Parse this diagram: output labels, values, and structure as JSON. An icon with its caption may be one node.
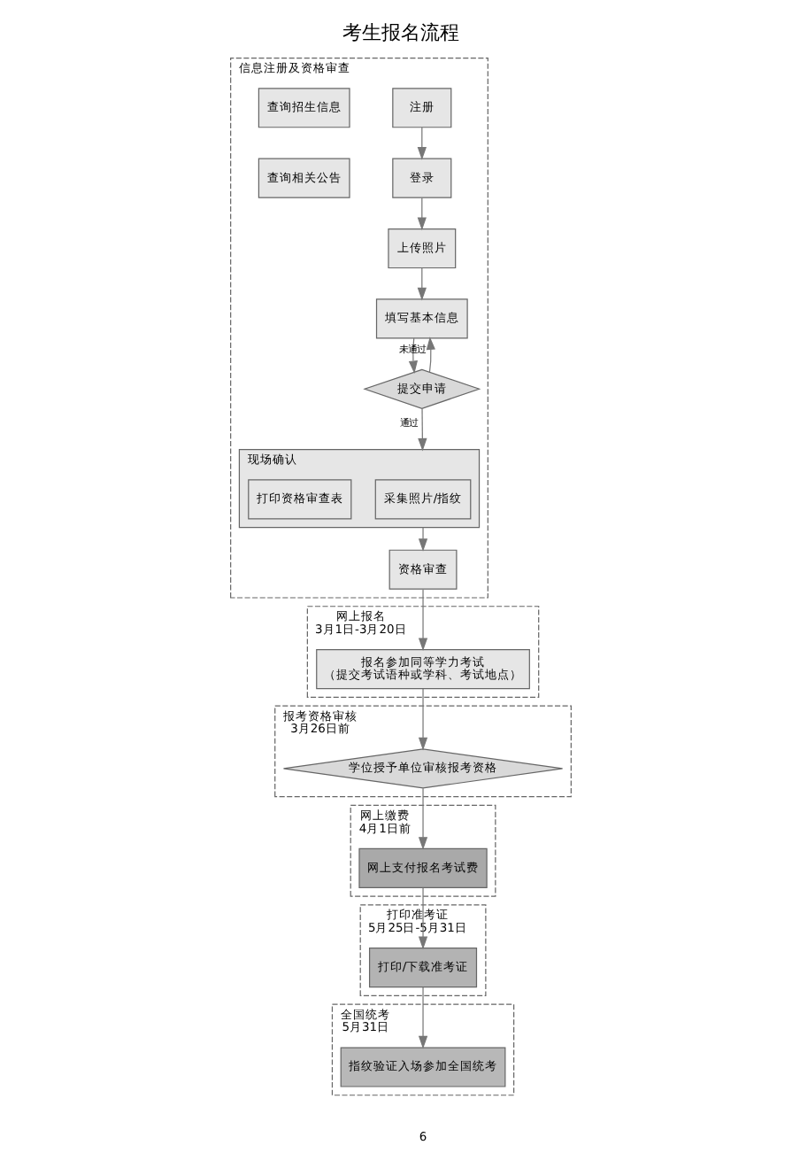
{
  "diagram": {
    "title": "考生报名流程",
    "nodes": [
      {
        "text": [
          "信息注册及资格审查"
        ]
      },
      {
        "text": [
          "注册"
        ],
        "in": 0
      },
      {
        "text": [
          "查询招生信息"
        ],
        "in": 0
      },
      {
        "text": [
          "登录"
        ],
        "in": 0
      },
      {
        "text": [
          "查询相关公告"
        ],
        "in": 0
      },
      {
        "text": [
          "上传照片"
        ],
        "in": 0
      },
      {
        "text": [
          "填写基本信息"
        ],
        "in": 0
      },
      {
        "text": [
          "提交申请"
        ],
        "in": 0
      },
      {
        "text": [
          "现场确认"
        ],
        "in": 0
      },
      {
        "text": [
          "采集照片/指纹"
        ],
        "in": 8
      },
      {
        "text": [
          "打印资格审查表"
        ],
        "in": 8
      },
      {
        "text": [
          "资格审查"
        ],
        "in": 0
      },
      {
        "text": [
          "网上报名",
          "3月1日-3月20日"
        ]
      },
      {
        "text": [
          "报名参加同等学力考试",
          "（提交考试语种或学科、考试地点）"
        ],
        "in": 12
      },
      {
        "text": [
          "报考资格审核",
          "3月26日前"
        ]
      },
      {
        "text": [
          "学位授予单位审核报考资格"
        ],
        "in": 14
      },
      {
        "text": [
          "网上缴费",
          "4月1日前"
        ]
      },
      {
        "text": [
          "网上支付报名考试费"
        ],
        "in": 16
      },
      {
        "text": [
          "打印准考证",
          "5月25日-5月31日"
        ]
      },
      {
        "text": [
          "打印/下载准考证"
        ],
        "in": 18
      },
      {
        "text": [
          "全国统考",
          "5月31日"
        ]
      },
      {
        "text": [
          "指纹验证入场参加全国统考"
        ],
        "in": 20
      }
    ],
    "edges": [
      {
        "from": 1,
        "to": 3,
        "arrow": "to"
      },
      {
        "from": 3,
        "to": 5,
        "arrow": "to"
      },
      {
        "from": 5,
        "to": 6,
        "arrow": "to"
      },
      {
        "from": 6,
        "to": 7,
        "arrow": "to"
      },
      {
        "from": 7,
        "to": 6,
        "arrow": "to",
        "label": "未通过"
      },
      {
        "from": 7,
        "to": 8,
        "arrow": "to",
        "label": "通过"
      },
      {
        "from": 8,
        "to": 11,
        "arrow": "to"
      },
      {
        "from": 11,
        "to": 13,
        "arrow": "to"
      },
      {
        "from": 13,
        "to": 15,
        "arrow": "to"
      },
      {
        "from": 15,
        "to": 17,
        "arrow": "to"
      },
      {
        "from": 17,
        "to": 19,
        "arrow": "to"
      },
      {
        "from": 19,
        "to": 21,
        "arrow": "to"
      }
    ],
    "labels": [
      "6"
    ]
  }
}
